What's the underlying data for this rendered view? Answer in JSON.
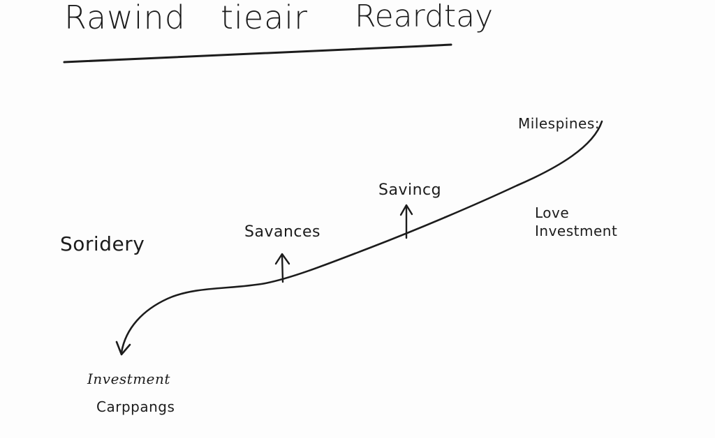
{
  "title": {
    "part1": "Rawind",
    "part2": "tieair",
    "part3": "Reardtay"
  },
  "labels": {
    "soridery": "Soridery",
    "savances": "Savances",
    "savincg": "Savincg",
    "milestones": "Milespines:",
    "love_line1": "Love",
    "love_line2": "Investment",
    "investment": "Investment",
    "campaigns": "Carppangs"
  },
  "colors": {
    "ink": "#1c1c1c",
    "paper": "#fdfdfd"
  }
}
